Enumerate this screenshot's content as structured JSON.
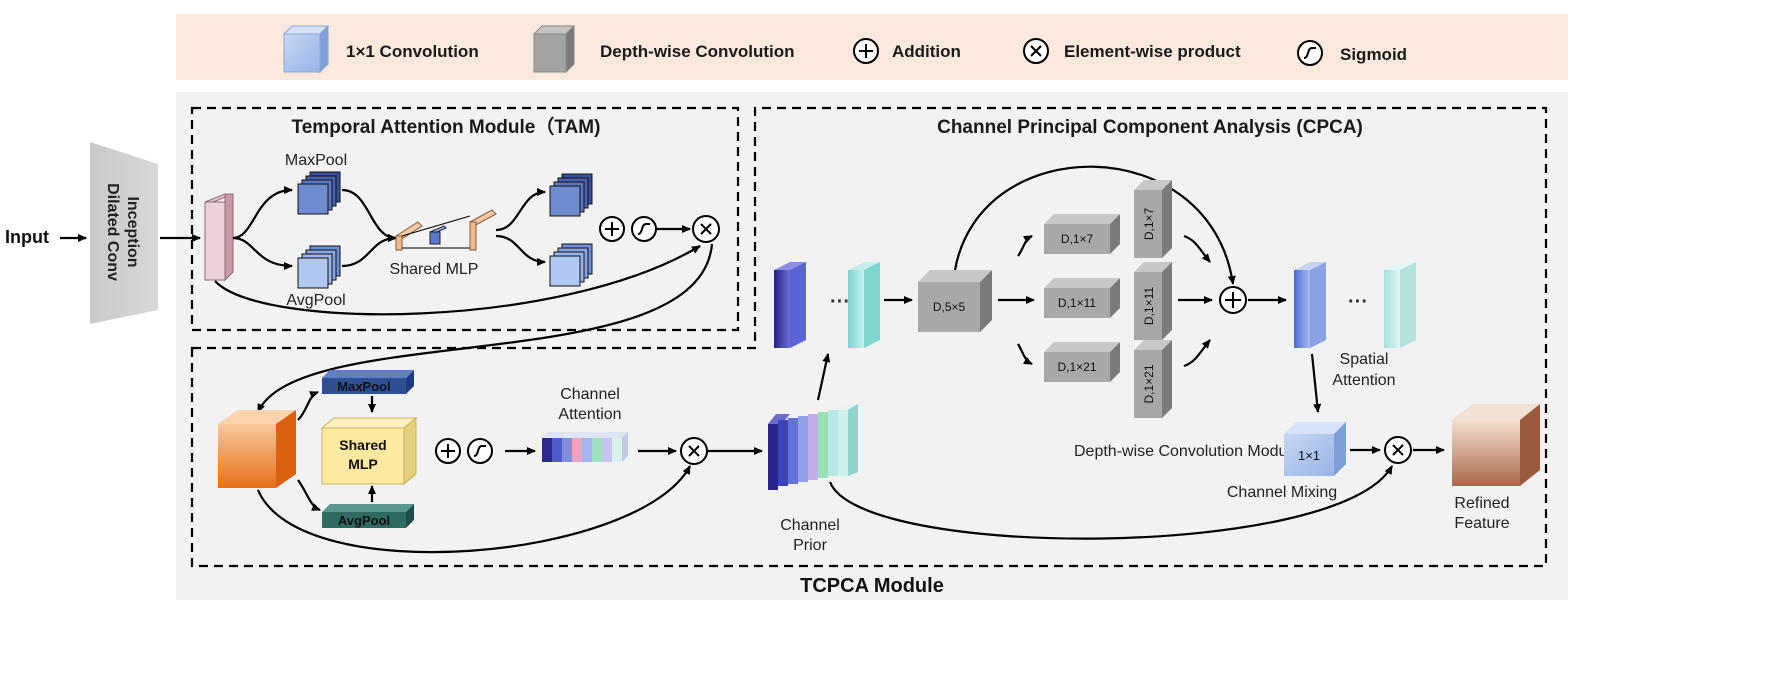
{
  "legend": {
    "conv1x1": "1×1 Convolution",
    "depthwise": "Depth-wise Convolution",
    "addition": "Addition",
    "product": "Element-wise product",
    "sigmoid": "Sigmoid"
  },
  "left": {
    "input": "Input",
    "inception_line1": "Inception",
    "inception_line2": "Dilated Conv"
  },
  "tam": {
    "title": "Temporal Attention Module（TAM)",
    "maxpool": "MaxPool",
    "avgpool": "AvgPool",
    "shared_mlp": "Shared MLP"
  },
  "channel_branch": {
    "maxpool": "MaxPool",
    "avgpool": "AvgPool",
    "shared_mlp_l1": "Shared",
    "shared_mlp_l2": "MLP",
    "attention_l1": "Channel",
    "attention_l2": "Attention",
    "prior_l1": "Channel",
    "prior_l2": "Prior"
  },
  "cpca": {
    "title": "Channel Principal Component Analysis (CPCA)",
    "d55": "D,5×5",
    "d17": "D,1×7",
    "d111": "D,1×11",
    "d121": "D,1×21",
    "d71": "D,1×7",
    "d111v": "D,1×11",
    "d211": "D,1×21",
    "dw_module": "Depth-wise Convolution Module",
    "spatial_l1": "Spatial",
    "spatial_l2": "Attention",
    "mix_box": "1×1",
    "mixing": "Channel Mixing",
    "refined_l1": "Refined",
    "refined_l2": "Feature"
  },
  "module_title": "TCPCA Module",
  "colors": {
    "legend_bg": "#fbe9dd",
    "panel_bg": "#f2f2f2",
    "conv_blue": "#a9c4ee",
    "depthwise_gray": "#9a9a9a",
    "orange": "#e8781f",
    "mlp_yellow": "#fde9a0",
    "maxpool_blue": "#2f4f95",
    "avgpool_teal": "#2f6a62"
  },
  "icons": [
    "conv1x1-cube-icon",
    "depthwise-cube-icon",
    "plus-circle-icon",
    "times-circle-icon",
    "sigmoid-circle-icon"
  ]
}
